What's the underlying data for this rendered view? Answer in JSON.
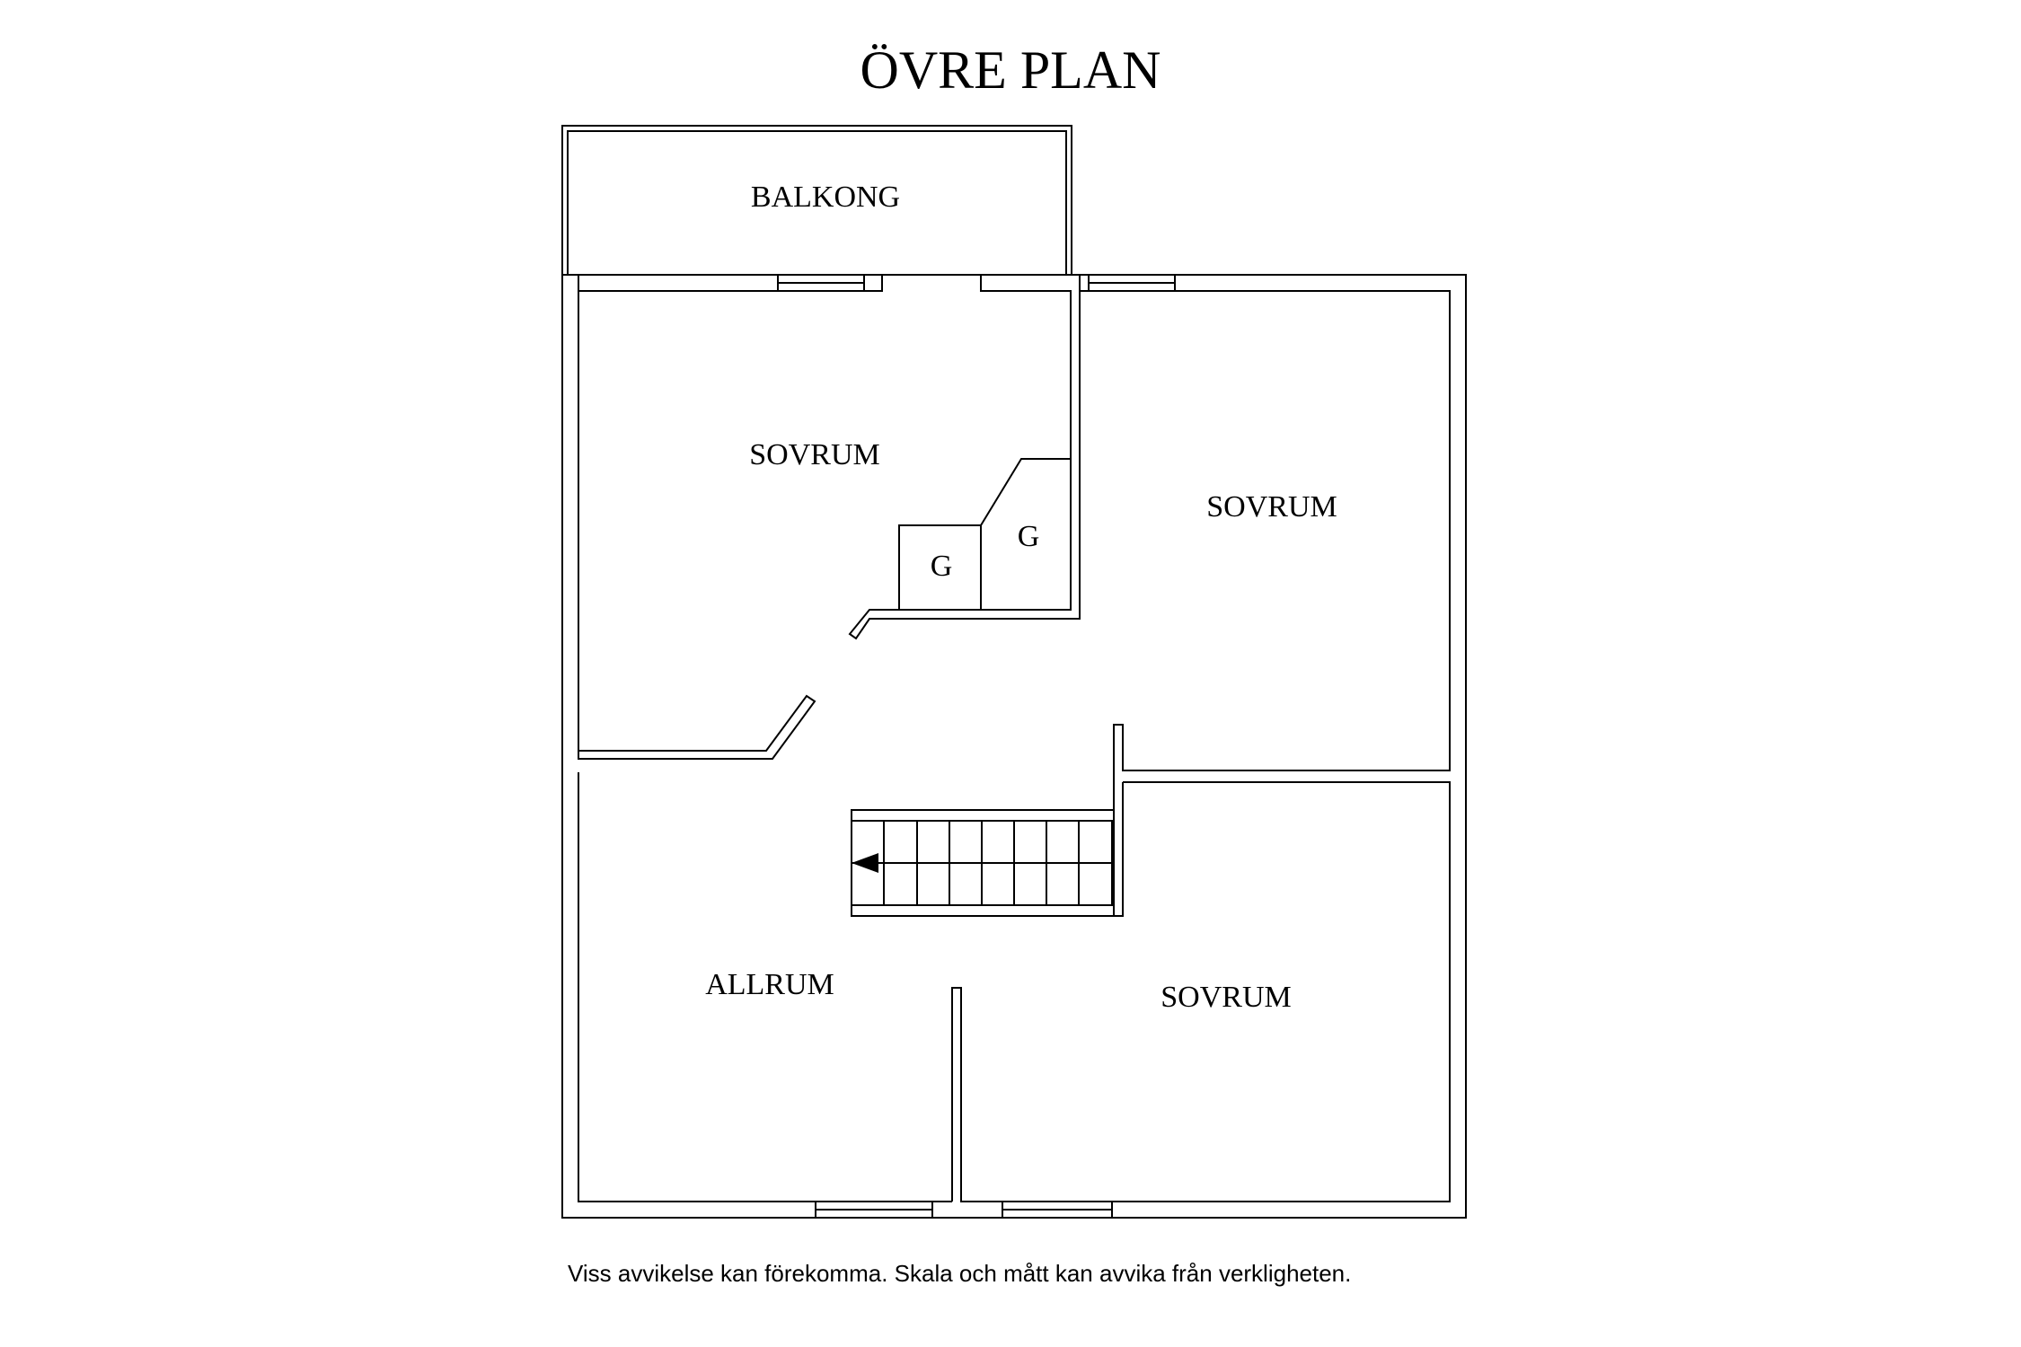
{
  "title": "ÖVRE PLAN",
  "rooms": {
    "balcony": "BALKONG",
    "bedroom_top_left": "SOVRUM",
    "bedroom_right": "SOVRUM",
    "bedroom_bottom_right": "SOVRUM",
    "family_room": "ALLRUM"
  },
  "closets": {
    "closet_1": "G",
    "closet_2": "G"
  },
  "disclaimer": "Viss avvikelse kan förekomma. Skala och mått kan avvika från verkligheten."
}
